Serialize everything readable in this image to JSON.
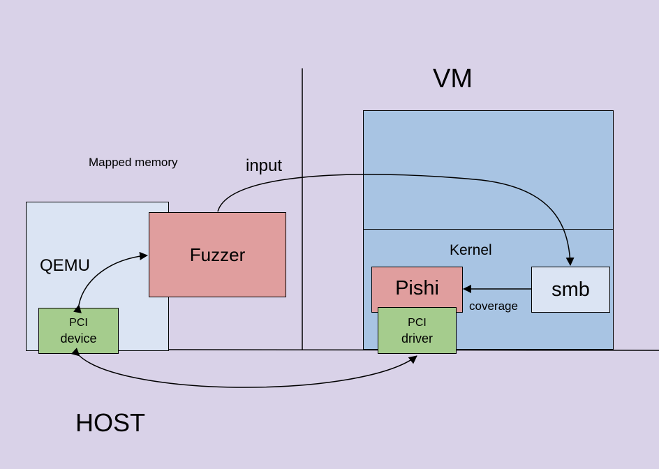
{
  "labels": {
    "vm": "VM",
    "host": "HOST",
    "mapped_memory": "Mapped memory",
    "input": "input",
    "kernel": "Kernel",
    "coverage": "coverage",
    "qemu": "QEMU"
  },
  "nodes": {
    "fuzzer": "Fuzzer",
    "pishi": "Pishi",
    "smb": "smb",
    "pci_device_line1": "PCI",
    "pci_device_line2": "device",
    "pci_driver_line1": "PCI",
    "pci_driver_line2": "driver"
  },
  "colors": {
    "background": "#d9d2e8",
    "qemu_box": "#dbe4f3",
    "vm_box": "#a8c4e3",
    "fuzzer": "#e09e9e",
    "pishi": "#e09e9e",
    "smb": "#dbe4f3",
    "pci": "#a5cc8d"
  }
}
